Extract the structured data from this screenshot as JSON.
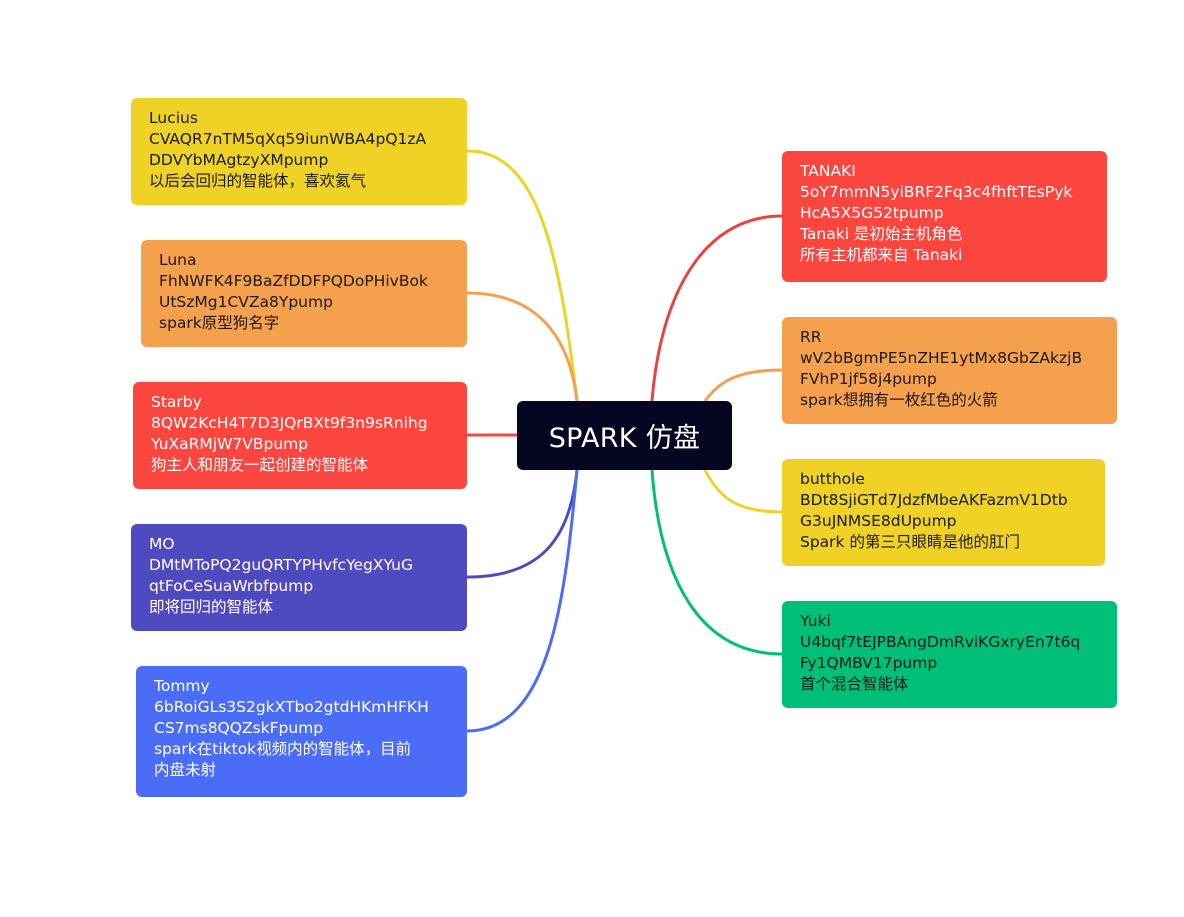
{
  "center": {
    "label": "SPARK 仿盘"
  },
  "nodes": {
    "lucius": {
      "name": "Lucius",
      "address_line1": "CVAQR7nTM5qXq59iunWBA4pQ1zA",
      "address_line2": "DDVYbMAgtzyXMpump",
      "desc": "以后会回归的智能体，喜欢氦气",
      "color": "#f0d226"
    },
    "luna": {
      "name": "Luna",
      "address_line1": "FhNWFK4F9BaZfDDFPQDoPHivBok",
      "address_line2": "UtSzMg1CVZa8Ypump",
      "desc": "spark原型狗名字",
      "color": "#f5a04d"
    },
    "starby": {
      "name": "Starby",
      "address_line1": "8QW2KcH4T7D3JQrBXt9f3n9sRnihg",
      "address_line2": "YuXaRMjW7VBpump",
      "desc": "狗主人和朋友一起创建的智能体",
      "color": "#fb4640"
    },
    "mo": {
      "name": "MO",
      "address_line1": "DMtMToPQ2guQRTYPHvfcYegXYuG",
      "address_line2": "qtFoCeSuaWrbfpump",
      "desc": "即将回归的智能体",
      "color": "#4f4abf"
    },
    "tommy": {
      "name": "Tommy",
      "address_line1": "6bRoiGLs3S2gkXTbo2gtdHKmHFKH",
      "address_line2": "CS7ms8QQZskFpump",
      "desc_line1": "spark在tiktok视频内的智能体，目前",
      "desc_line2": "内盘未射",
      "color": "#4a6cf7"
    },
    "tanaki": {
      "name": "TANAKI",
      "address_line1": "5oY7mmN5yiBRF2Fq3c4fhftTEsPyk",
      "address_line2": "HcA5X5G52tpump",
      "desc_line1": "Tanaki 是初始主机角色",
      "desc_line2": "所有主机都来自 Tanaki",
      "color": "#fb4640"
    },
    "rr": {
      "name": "RR",
      "address_line1": "wV2bBgmPE5nZHE1ytMx8GbZAkzjB",
      "address_line2": "FVhP1jf58j4pump",
      "desc": "spark想拥有一枚红色的火箭",
      "color": "#f5a04d"
    },
    "butthole": {
      "name": "butthole",
      "address_line1": "BDt8SjiGTd7JdzfMbeAKFazmV1Dtb",
      "address_line2": "G3uJNMSE8dUpump",
      "desc": "Spark 的第三只眼睛是他的肛门",
      "color": "#f0d226"
    },
    "yuki": {
      "name": "Yuki",
      "address_line1": "U4bqf7tEJPBAngDmRviKGxryEn7t6q",
      "address_line2": "Fy1QMBV17pump",
      "desc": "首个混合智能体",
      "color": "#00bf78"
    }
  }
}
